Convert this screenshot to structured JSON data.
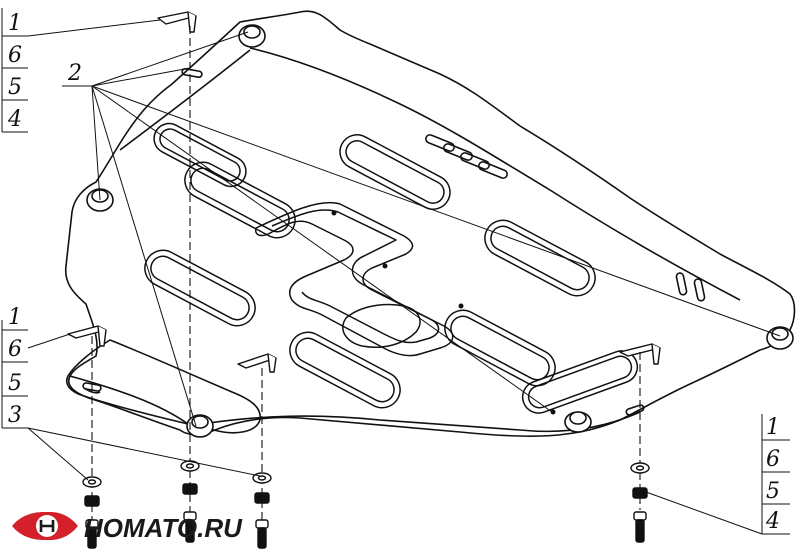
{
  "callouts": {
    "stack_top_left": [
      "1",
      "6",
      "5",
      "4"
    ],
    "label_2": "2",
    "stack_mid_left": [
      "1",
      "6",
      "5",
      "3"
    ],
    "stack_right": [
      "1",
      "6",
      "5",
      "4"
    ]
  },
  "brand": {
    "text": "HOMATO.RU",
    "accent_color": "#d4202a"
  },
  "colors": {
    "line": "#111111",
    "background": "#ffffff"
  }
}
